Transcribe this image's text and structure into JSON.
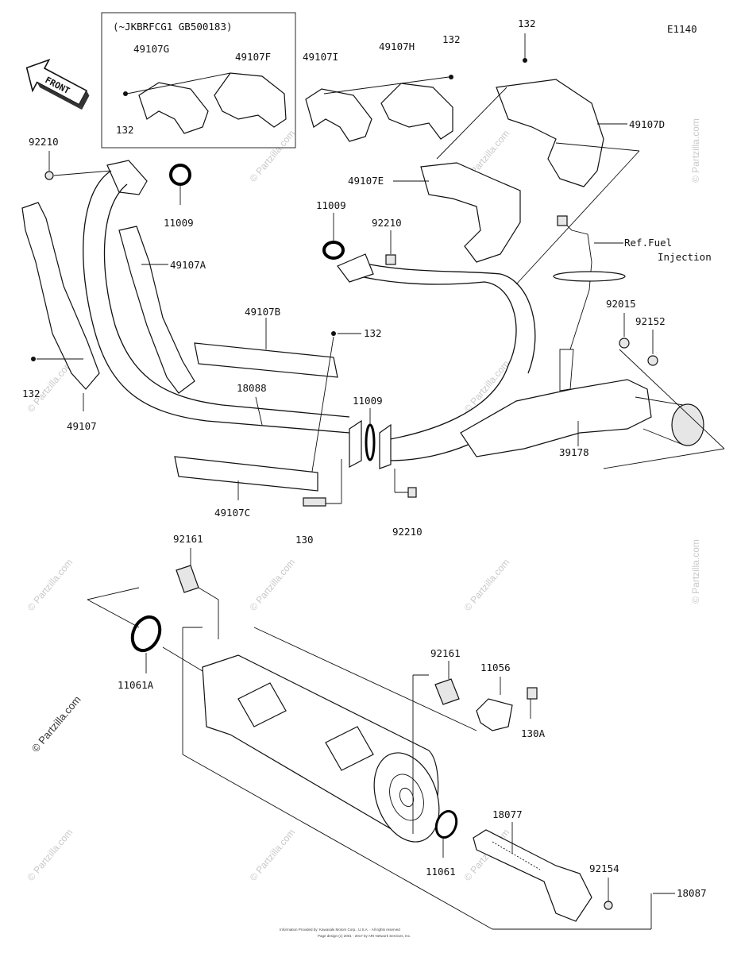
{
  "diagram_code": "E1140",
  "front_label": "FRONT",
  "inset_label": "(~JKBRFCG1 GB500183)",
  "ref_label_line1": "Ref.Fuel",
  "ref_label_line2": "Injection",
  "parts": {
    "p49107G": "49107G",
    "p49107F": "49107F",
    "p132_inset": "132",
    "p49107I": "49107I",
    "p49107H": "49107H",
    "p132_top": "132",
    "p132_topright": "132",
    "p49107D": "49107D",
    "p49107E": "49107E",
    "p92210_left": "92210",
    "p11009_left": "11009",
    "p11009_mid": "11009",
    "p92210_mid": "92210",
    "p49107A": "49107A",
    "p49107B": "49107B",
    "p132_mid": "132",
    "p132_left": "132",
    "p49107": "49107",
    "p18088": "18088",
    "p11009_lower": "11009",
    "p92015": "92015",
    "p92152": "92152",
    "p39178": "39178",
    "p49107C": "49107C",
    "p130": "130",
    "p92210_lower": "92210",
    "p92161_top": "92161",
    "p11061A": "11061A",
    "p92161_right": "92161",
    "p11056": "11056",
    "p130A": "130A",
    "p18077": "18077",
    "p11061": "11061",
    "p92154": "92154",
    "p18087": "18087"
  },
  "watermark": "© Partzilla.com",
  "footer_line1": "Information Provided by: Kawasaki Motors Corp., U.S.A. · All rights reserved",
  "footer_line2": "Page design (c) 2001 - 2017 by ARI Network Services, Inc."
}
